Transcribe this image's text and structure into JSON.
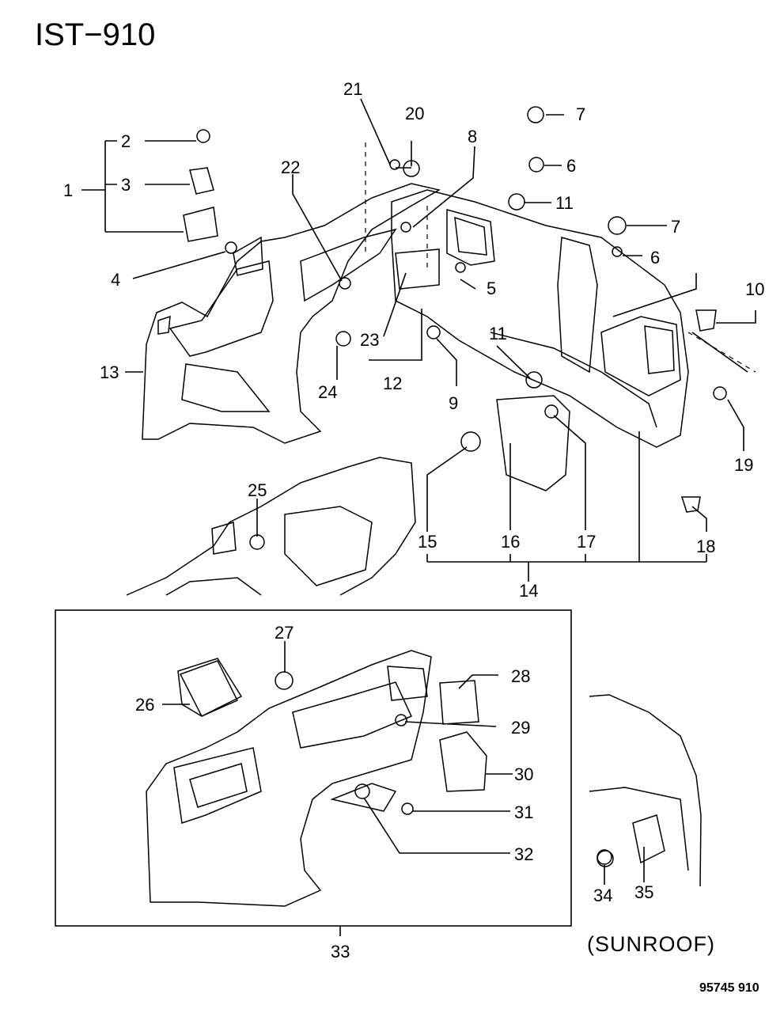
{
  "header": {
    "title": "IST−910"
  },
  "footer": {
    "doc_number": "95745 910"
  },
  "sunroof_label": "(SUNROOF)",
  "callouts": {
    "c1": "1",
    "c2": "2",
    "c3": "3",
    "c4": "4",
    "c5": "5",
    "c6a": "6",
    "c6b": "6",
    "c7a": "7",
    "c7b": "7",
    "c8": "8",
    "c9": "9",
    "c10": "10",
    "c11a": "11",
    "c11b": "11",
    "c12": "12",
    "c13": "13",
    "c14": "14",
    "c15": "15",
    "c16": "16",
    "c17": "17",
    "c18": "18",
    "c19": "19",
    "c20": "20",
    "c21": "21",
    "c22": "22",
    "c23": "23",
    "c24": "24",
    "c25": "25",
    "c26": "26",
    "c27": "27",
    "c28": "28",
    "c29": "29",
    "c30": "30",
    "c31": "31",
    "c32": "32",
    "c33": "33",
    "c34": "34",
    "c35": "35"
  }
}
